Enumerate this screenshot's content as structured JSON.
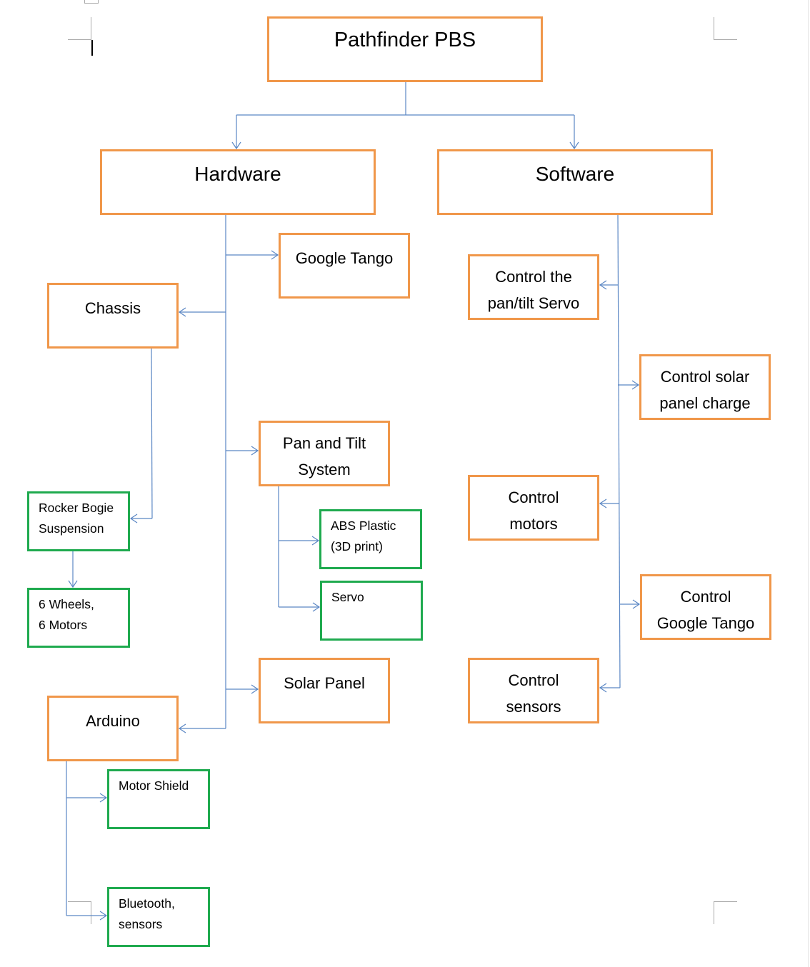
{
  "diagram": {
    "nodes": [
      {
        "id": "root",
        "label": "Pathfinder PBS",
        "style": "orange"
      },
      {
        "id": "hardware",
        "label": "Hardware",
        "style": "orange"
      },
      {
        "id": "software",
        "label": "Software",
        "style": "orange"
      },
      {
        "id": "google_tango",
        "label": "Google Tango",
        "style": "orange"
      },
      {
        "id": "chassis",
        "label": "Chassis",
        "style": "orange"
      },
      {
        "id": "pan_tilt",
        "label": "Pan and Tilt\nSystem",
        "style": "orange"
      },
      {
        "id": "solar_panel",
        "label": "Solar Panel",
        "style": "orange"
      },
      {
        "id": "arduino",
        "label": "Arduino",
        "style": "orange"
      },
      {
        "id": "rocker_bogie",
        "label": "Rocker Bogie\nSuspension",
        "style": "green"
      },
      {
        "id": "wheels_motors",
        "label": "6 Wheels,\n6 Motors",
        "style": "green"
      },
      {
        "id": "abs_plastic",
        "label": "ABS Plastic\n(3D print)",
        "style": "green"
      },
      {
        "id": "servo",
        "label": "Servo",
        "style": "green"
      },
      {
        "id": "motor_shield",
        "label": "Motor Shield",
        "style": "green"
      },
      {
        "id": "bluetooth_sensors",
        "label": "Bluetooth,\nsensors",
        "style": "green"
      },
      {
        "id": "control_pan_tilt",
        "label": "Control the\npan/tilt Servo",
        "style": "orange"
      },
      {
        "id": "control_solar",
        "label": "Control solar\npanel charge",
        "style": "orange"
      },
      {
        "id": "control_motors",
        "label": "Control\nmotors",
        "style": "orange"
      },
      {
        "id": "control_tango",
        "label": "Control\nGoogle Tango",
        "style": "orange"
      },
      {
        "id": "control_sensors",
        "label": "Control\nsensors",
        "style": "orange"
      }
    ],
    "edges": [
      {
        "from": "root",
        "to": "hardware"
      },
      {
        "from": "root",
        "to": "software"
      },
      {
        "from": "hardware",
        "to": "google_tango"
      },
      {
        "from": "hardware",
        "to": "chassis"
      },
      {
        "from": "hardware",
        "to": "pan_tilt"
      },
      {
        "from": "hardware",
        "to": "solar_panel"
      },
      {
        "from": "hardware",
        "to": "arduino"
      },
      {
        "from": "chassis",
        "to": "rocker_bogie"
      },
      {
        "from": "rocker_bogie",
        "to": "wheels_motors"
      },
      {
        "from": "pan_tilt",
        "to": "abs_plastic"
      },
      {
        "from": "pan_tilt",
        "to": "servo"
      },
      {
        "from": "arduino",
        "to": "motor_shield"
      },
      {
        "from": "arduino",
        "to": "bluetooth_sensors"
      },
      {
        "from": "software",
        "to": "control_pan_tilt"
      },
      {
        "from": "software",
        "to": "control_solar"
      },
      {
        "from": "software",
        "to": "control_motors"
      },
      {
        "from": "software",
        "to": "control_tango"
      },
      {
        "from": "software",
        "to": "control_sensors"
      }
    ],
    "colors": {
      "orange_border": "#f0974a",
      "green_border": "#1faa4f",
      "connector": "#5b87c4"
    }
  }
}
